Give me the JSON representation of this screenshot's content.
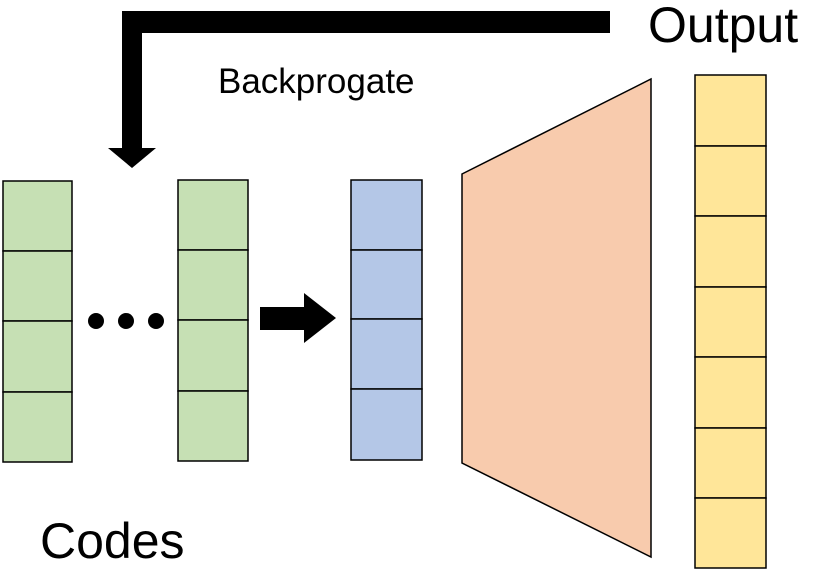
{
  "labels": {
    "output": "Output",
    "backprop": "Backprogate",
    "codes": "Codes"
  },
  "colors": {
    "codes_fill": "#c6e0b4",
    "latent_fill": "#b4c7e7",
    "decoder_fill": "#f8cbad",
    "output_fill": "#ffe699",
    "stroke": "#000000"
  },
  "structure": {
    "code_vectors_shown": 2,
    "cells_per_code_vector": 4,
    "latent_cells": 4,
    "output_cells": 7,
    "ellipsis_dots": 3
  }
}
